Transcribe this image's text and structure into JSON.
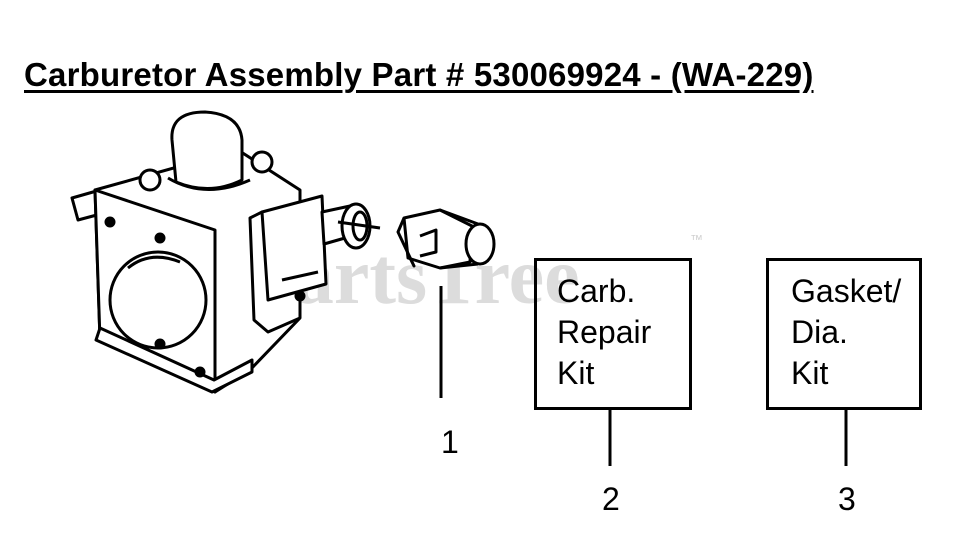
{
  "title": "Carburetor Assembly Part # 530069924 - (WA-229)",
  "watermark": "PartsTree",
  "watermark_mark": "™",
  "kits": [
    {
      "lines": [
        "Carb.",
        "Repair",
        "Kit"
      ]
    },
    {
      "lines": [
        "Gasket/",
        "Dia.",
        "Kit"
      ]
    }
  ],
  "callouts": [
    "1",
    "2",
    "3"
  ]
}
